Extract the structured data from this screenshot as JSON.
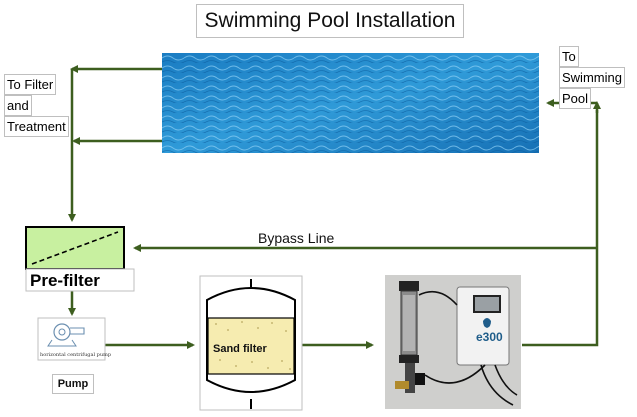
{
  "title": "Swimming Pool Installation",
  "labels": {
    "to_filter": [
      "To Filter",
      "and",
      "Treatment"
    ],
    "to_pool": [
      "To",
      "Swimming",
      "Pool"
    ],
    "bypass": "Bypass Line",
    "prefilter": "Pre-filter",
    "pump": "Pump",
    "pump_caption": "horizontal centrifugal pump",
    "sand_filter": "Sand filter",
    "device_brand": "e300"
  },
  "colors": {
    "pipe": "#3d5e1f",
    "prefilter_fill": "#c8f0a0",
    "sand_fill": "#f6ecb0",
    "water": "#2a8fd0"
  }
}
